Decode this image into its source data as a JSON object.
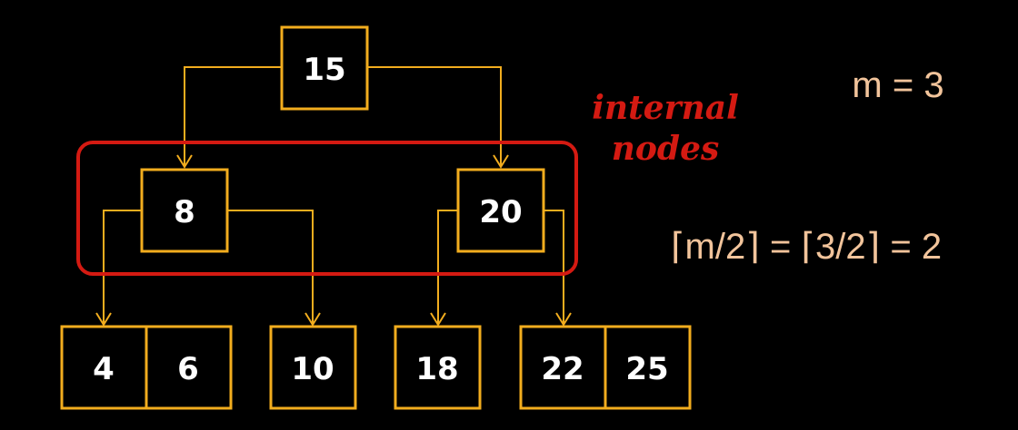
{
  "colors": {
    "node_border": "#f2ad1e",
    "key_text": "#ffffff",
    "highlight": "#d41a12",
    "formula_text": "#f2c49b",
    "background": "#000000"
  },
  "tree": {
    "root": {
      "keys": [
        "15"
      ]
    },
    "internal_left": {
      "keys": [
        "8"
      ]
    },
    "internal_right": {
      "keys": [
        "20"
      ]
    },
    "leaf_1": {
      "keys": [
        "4",
        "6"
      ]
    },
    "leaf_2": {
      "keys": [
        "10"
      ]
    },
    "leaf_3": {
      "keys": [
        "18"
      ]
    },
    "leaf_4": {
      "keys": [
        "22",
        "25"
      ]
    }
  },
  "annotation": {
    "line1": "internal",
    "line2": "nodes"
  },
  "formulas": {
    "order": "m = 3",
    "min_children": "⌈m/2⌉ = ⌈3/2⌉ = 2"
  }
}
